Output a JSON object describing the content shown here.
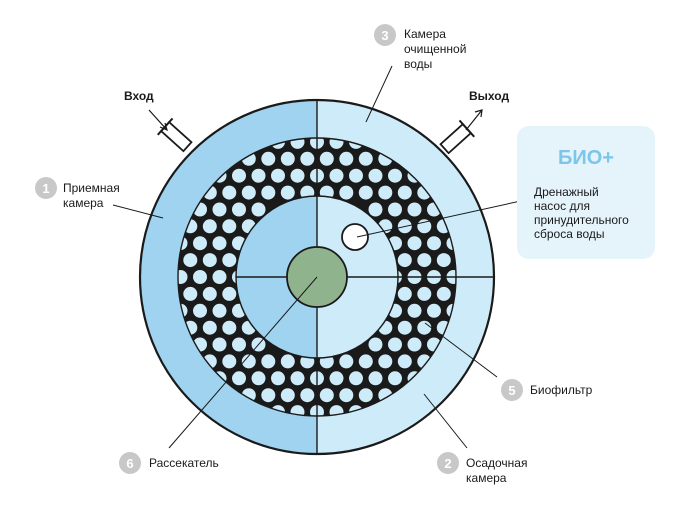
{
  "diagram": {
    "inlet_label": "Вход",
    "outlet_label": "Выход",
    "bio_box": {
      "title": "БИО+",
      "text_lines": [
        "Дренажный",
        "насос для",
        "принудительного",
        "сброса воды"
      ]
    },
    "chambers": [
      {
        "number": "1",
        "lines": [
          "Приемная",
          "камера"
        ]
      },
      {
        "number": "2",
        "lines": [
          "Осадочная",
          "камера"
        ]
      },
      {
        "number": "3",
        "lines": [
          "Камера",
          "очищенной",
          "воды"
        ]
      },
      {
        "number": "5",
        "lines": [
          "Биофильтр"
        ]
      },
      {
        "number": "6",
        "lines": [
          "Рассекатель"
        ]
      }
    ]
  },
  "colors": {
    "receiving": "#9fd3ef",
    "light": "#cdebf8",
    "dark": "#1a1a1a",
    "green": "#8fb38c",
    "badge": "#c8c8c8",
    "bio_box_bg": "#e5f3fb",
    "bio_title": "#7cc6ea",
    "leader": "#1a1a1a"
  }
}
